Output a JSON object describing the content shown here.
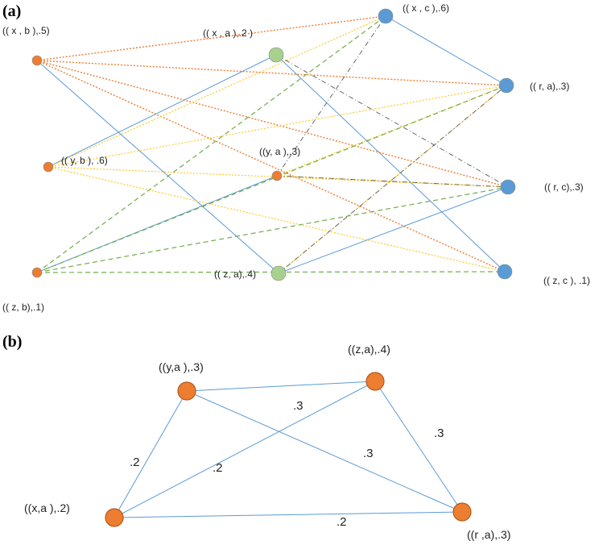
{
  "panel_a": {
    "tag": "(a)",
    "nodes": {
      "xb": "(( x , b ),.5)",
      "yb": "(( y, b ), .6)",
      "zb": "(( z, b),.1)",
      "xa": "(( x , a ),.2 )",
      "ya": "((y, a ),.3)",
      "za": "(( z, a),.4)",
      "xc": "(( x , c ),.6)",
      "ra": "(( r, a),.3)",
      "rc": "(( r, c),.3)",
      "zc": "(( z, c ), .1)"
    }
  },
  "panel_b": {
    "tag": "(b)",
    "nodes": {
      "ya": "((y,a ),.3)",
      "za": "((z,a),.4)",
      "xa": "((x,a ),.2)",
      "ra": "((r ,a),.3)"
    },
    "weights": {
      "ya_xa": ".2",
      "xa_za": ".2",
      "ya_za": ".3",
      "ya_ra": ".3",
      "za_ra": ".3",
      "xa_ra": ".2"
    }
  },
  "colors": {
    "orange": "#ED7D31",
    "blue": "#5B9BD5",
    "green": "#A9D18E",
    "green_dash": "#70AD47",
    "yellow": "#FFC000",
    "gray": "#595959"
  }
}
